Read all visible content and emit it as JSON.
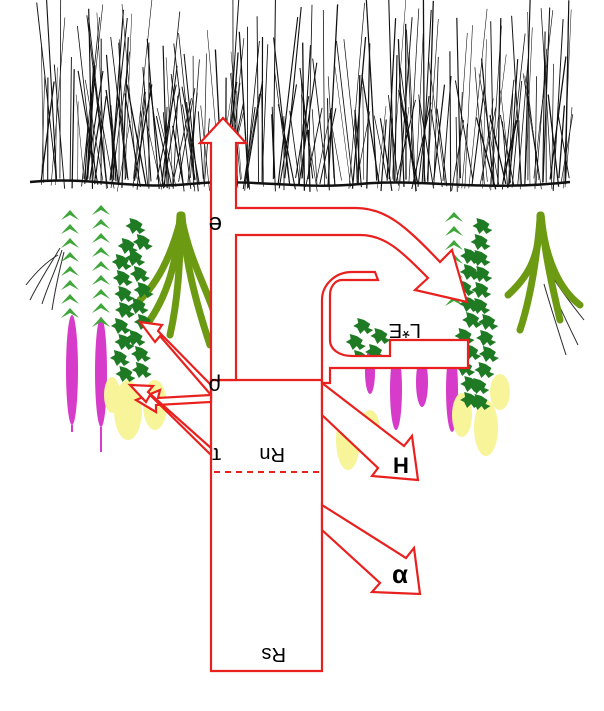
{
  "labels": {
    "Rs": "Rs",
    "Rn": "Rn",
    "tau": "τ",
    "rho": "ρ",
    "e": "e",
    "LE": "L*E",
    "H": "H",
    "alpha": "α"
  },
  "colors": {
    "flow_stroke": "#e8211f",
    "fill": "#ffffff",
    "grass_dark": "#111111",
    "conifer": "#3fa63a",
    "leafy": "#1f7a24",
    "sedge": "#6c9a12",
    "flower_magenta": "#d63cc9",
    "flower_yellow": "#f7f49a"
  }
}
